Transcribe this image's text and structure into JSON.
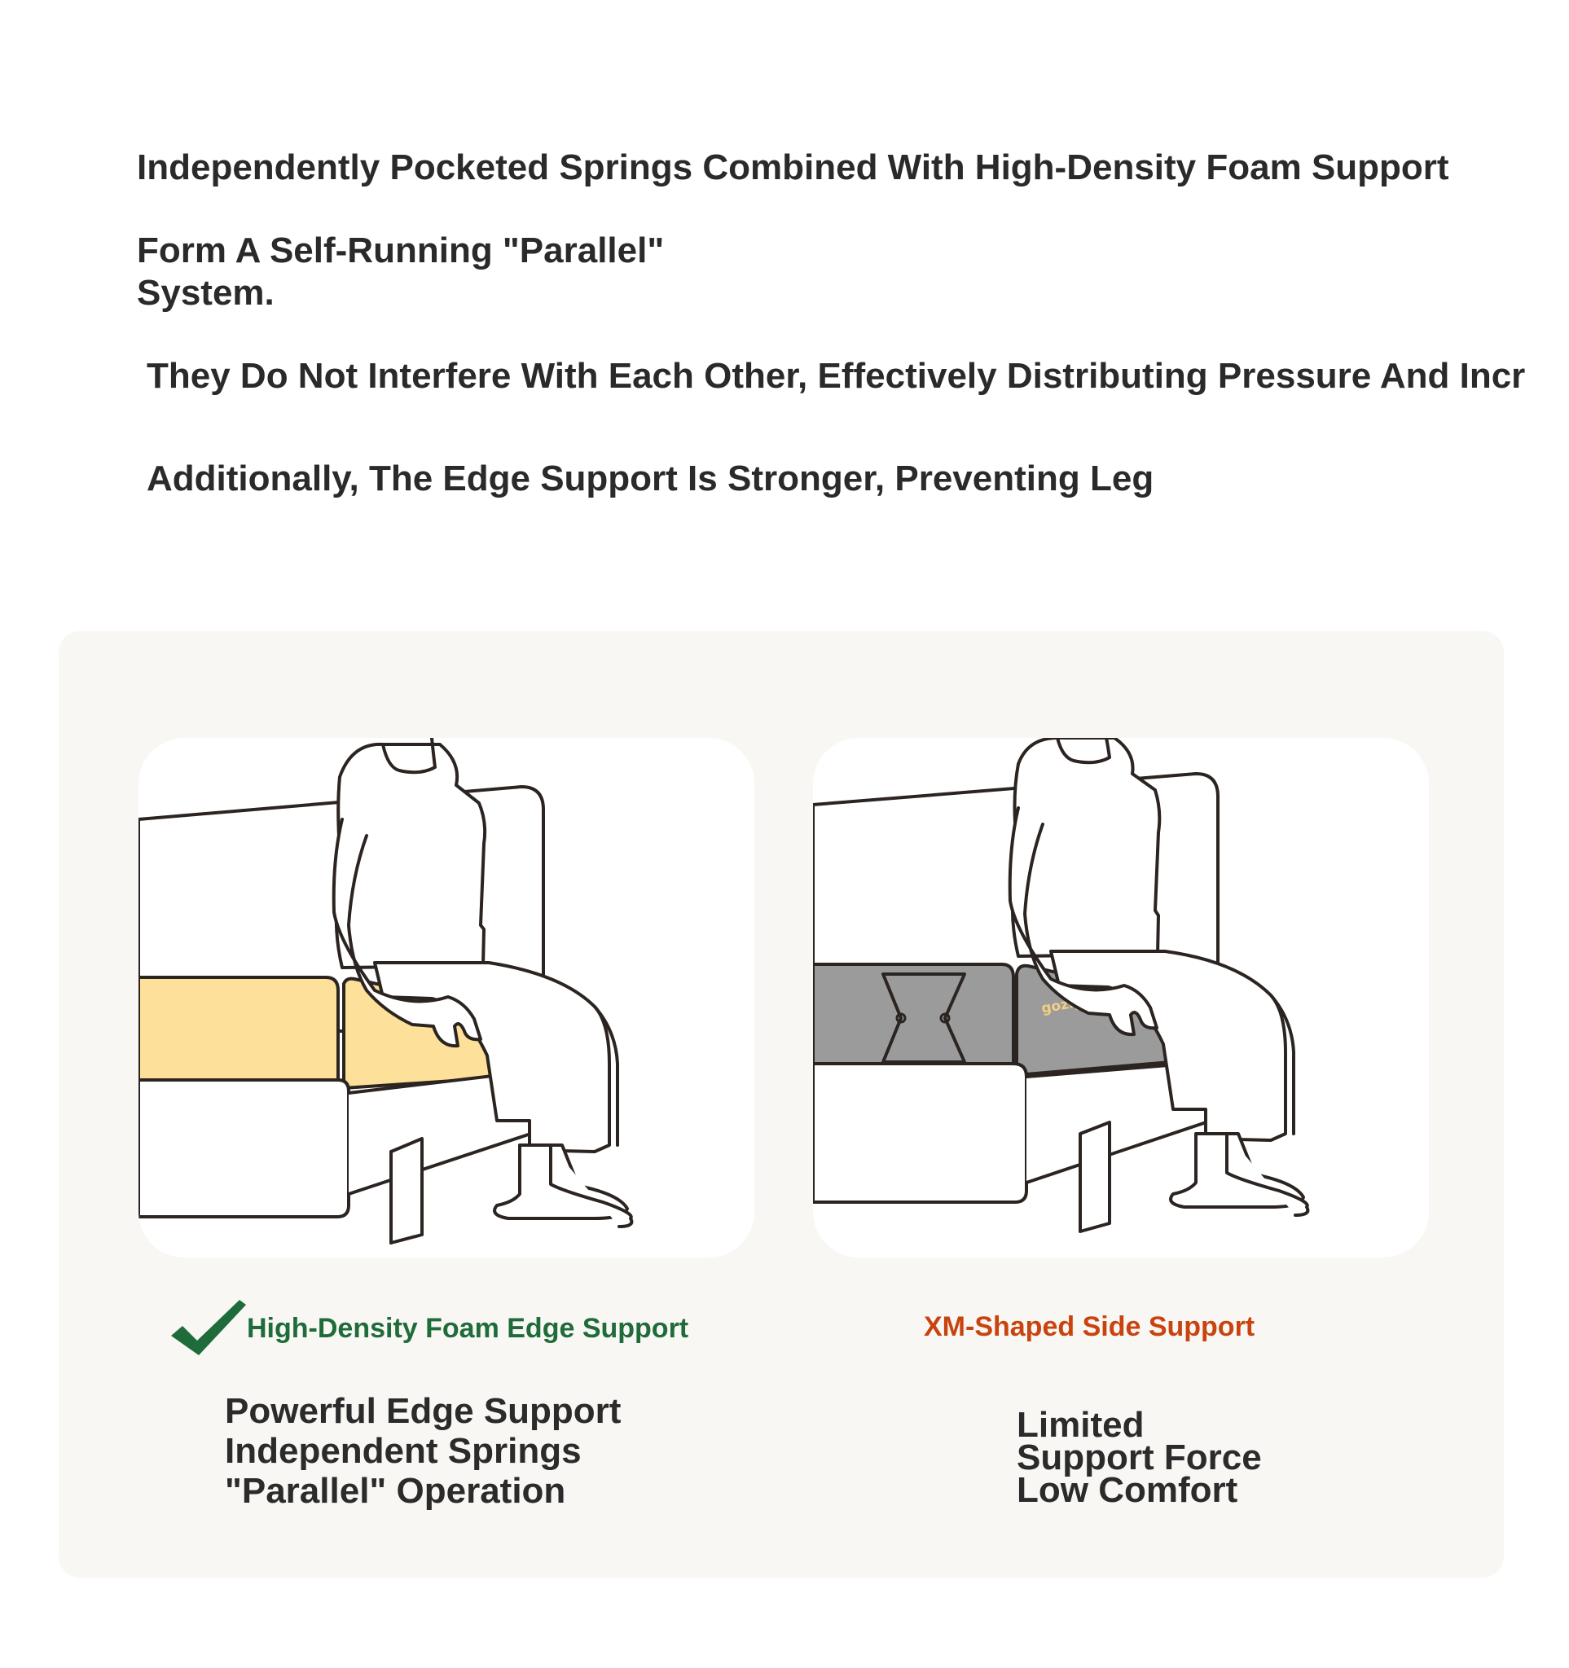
{
  "intro": {
    "line1": "Independently Pocketed Springs Combined With High-Density Foam Support",
    "line2a": "Form A Self-Running \"Parallel\"",
    "line2b": "System.",
    "line3": "They Do Not Interfere With Each Other, Effectively Distributing Pressure And Incr",
    "line4": "Additionally, The Edge Support Is Stronger, Preventing Leg"
  },
  "comparison": {
    "left": {
      "tag": "High-Density Foam Edge Support",
      "tag_color": "#1f6b3a",
      "cushion_color": "#fde099",
      "points": [
        "Powerful Edge Support",
        "Independent Springs",
        "\"Parallel\" Operation"
      ]
    },
    "right": {
      "tag": "XM-Shaped Side Support",
      "tag_color": "#c9430f",
      "cushion_color": "#9b9b9b",
      "brand_mark": "gozigozi",
      "points": [
        "Limited",
        "Support Force",
        "Low Comfort"
      ]
    }
  },
  "colors": {
    "panel_bg": "#f8f7f4",
    "check_green": "#1f6b3a",
    "text_dark": "#2b2b2b"
  }
}
